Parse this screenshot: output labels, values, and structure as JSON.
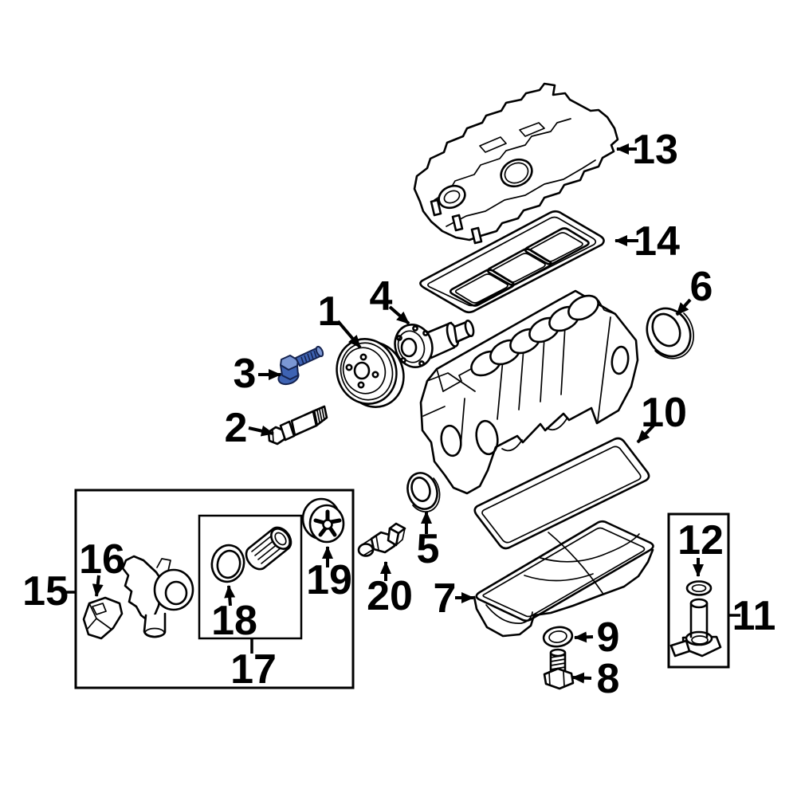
{
  "colors": {
    "background": "#ffffff",
    "line": "#000000",
    "highlight_fill": "#3E63B3",
    "highlight_light": "#7B97D4",
    "highlight_outline": "#15234F"
  },
  "callouts": {
    "c1": {
      "number": "1"
    },
    "c2": {
      "number": "2"
    },
    "c3": {
      "number": "3"
    },
    "c4": {
      "number": "4"
    },
    "c5": {
      "number": "5"
    },
    "c6": {
      "number": "6"
    },
    "c7": {
      "number": "7"
    },
    "c8": {
      "number": "8"
    },
    "c9": {
      "number": "9"
    },
    "c10": {
      "number": "10"
    },
    "c11": {
      "number": "11"
    },
    "c12": {
      "number": "12"
    },
    "c13": {
      "number": "13"
    },
    "c14": {
      "number": "14"
    },
    "c15": {
      "number": "15"
    },
    "c16": {
      "number": "16"
    },
    "c17": {
      "number": "17"
    },
    "c18": {
      "number": "18"
    },
    "c19": {
      "number": "19"
    },
    "c20": {
      "number": "20"
    }
  }
}
